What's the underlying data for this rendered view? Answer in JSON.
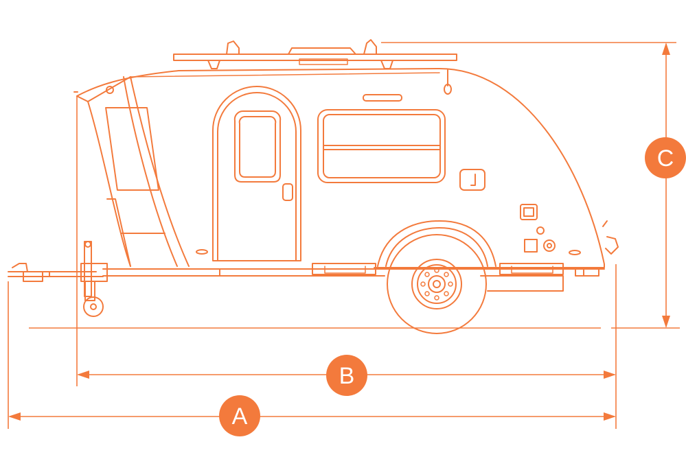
{
  "colors": {
    "accent": "#f37a3c",
    "background": "#ffffff",
    "badge_text": "#ffffff"
  },
  "dimensions": [
    {
      "id": "A",
      "label": "A"
    },
    {
      "id": "B",
      "label": "B"
    },
    {
      "id": "C",
      "label": "C"
    }
  ]
}
